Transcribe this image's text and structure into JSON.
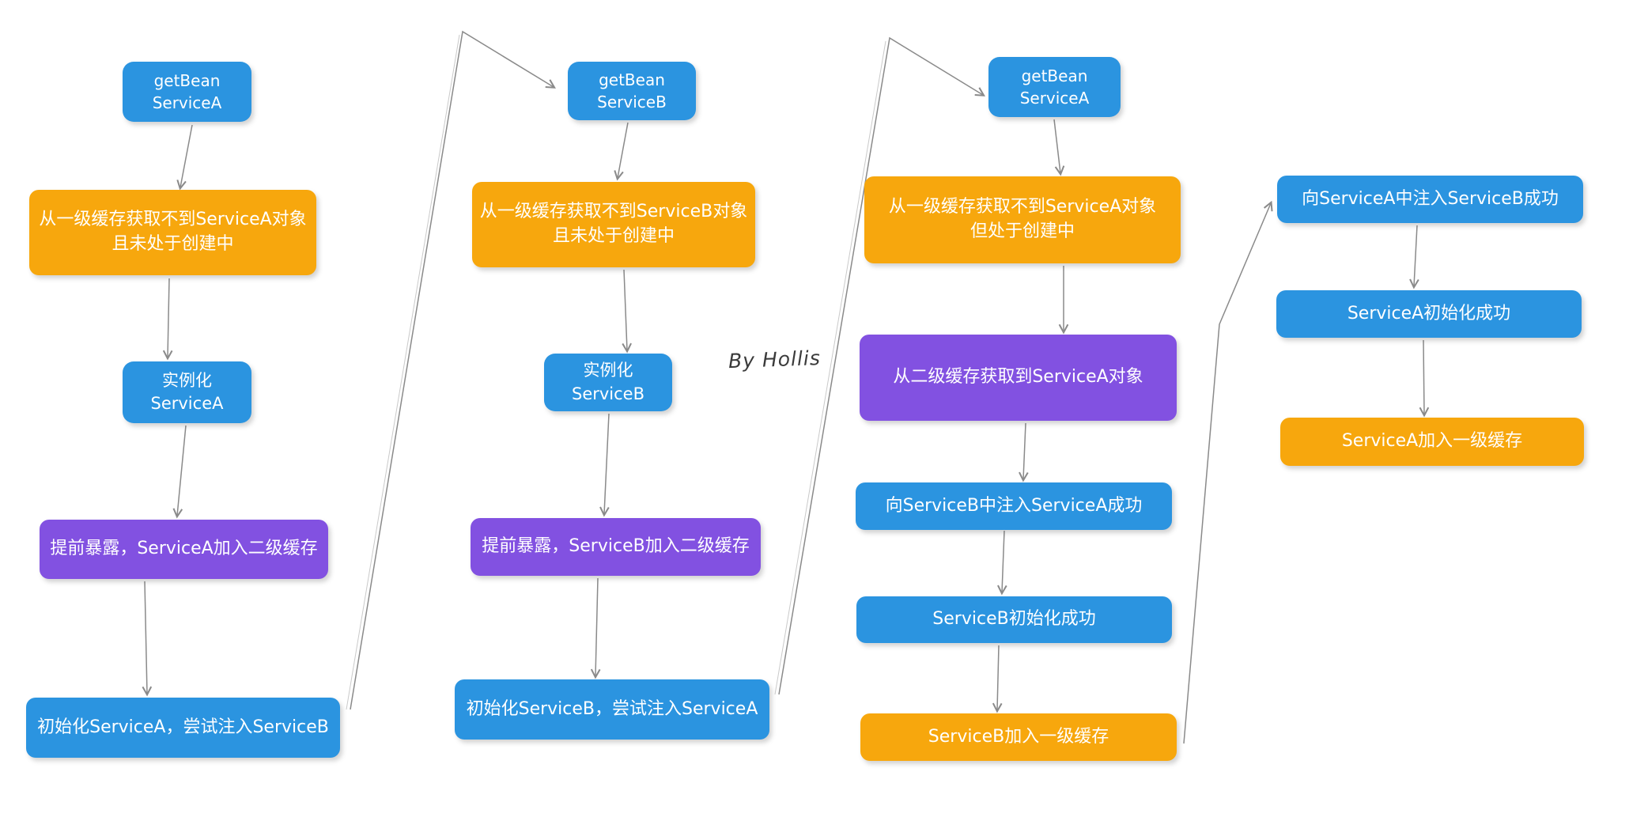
{
  "diagram": {
    "subject": "Spring circular dependency getBean flow",
    "background": "#ffffff"
  },
  "colors": {
    "blue": "#2B94E0",
    "orange": "#F7A70D",
    "purple": "#8251E1",
    "arrow": "#8a8a8a",
    "box_text": "#ffffff",
    "note_text": "#3a3a3a"
  },
  "note": {
    "text": "By Hollis"
  },
  "nodes": {
    "c1_getbean": {
      "text": "getBean\nServiceA",
      "color": "blue"
    },
    "c1_cache_miss": {
      "text": "从一级缓存获取不到ServiceA对象\n且未处于创建中",
      "color": "orange"
    },
    "c1_instantiate": {
      "text": "实例化ServiceA",
      "color": "blue"
    },
    "c1_early_expose": {
      "text": "提前暴露，ServiceA加入二级缓存",
      "color": "purple"
    },
    "c1_init": {
      "text": "初始化ServiceA，尝试注入ServiceB",
      "color": "blue"
    },
    "c2_getbean": {
      "text": "getBean\nServiceB",
      "color": "blue"
    },
    "c2_cache_miss": {
      "text": "从一级缓存获取不到ServiceB对象\n且未处于创建中",
      "color": "orange"
    },
    "c2_instantiate": {
      "text": "实例化ServiceB",
      "color": "blue"
    },
    "c2_early_expose": {
      "text": "提前暴露，ServiceB加入二级缓存",
      "color": "purple"
    },
    "c2_init": {
      "text": "初始化ServiceB，尝试注入ServiceA",
      "color": "blue"
    },
    "c3_getbean": {
      "text": "getBean\nServiceA",
      "color": "blue"
    },
    "c3_cache_miss_creating": {
      "text": "从一级缓存获取不到ServiceA对象\n但处于创建中",
      "color": "orange"
    },
    "c3_l2_hit": {
      "text": "从二级缓存获取到ServiceA对象",
      "color": "purple"
    },
    "c3_inject_a_to_b": {
      "text": "向ServiceB中注入ServiceA成功",
      "color": "blue"
    },
    "c3_b_init_ok": {
      "text": "ServiceB初始化成功",
      "color": "blue"
    },
    "c3_b_join_l1": {
      "text": "ServiceB加入一级缓存",
      "color": "orange"
    },
    "c4_inject_b_to_a": {
      "text": "向ServiceA中注入ServiceB成功",
      "color": "blue"
    },
    "c4_a_init_ok": {
      "text": "ServiceA初始化成功",
      "color": "blue"
    },
    "c4_a_join_l1": {
      "text": "ServiceA加入一级缓存",
      "color": "orange"
    }
  }
}
